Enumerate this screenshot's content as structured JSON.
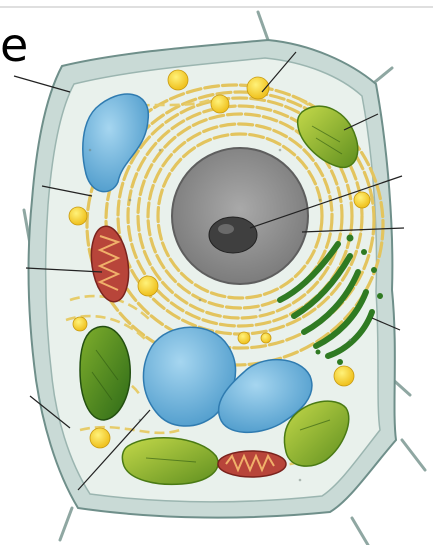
{
  "header": {
    "fragment": "e"
  },
  "colors": {
    "background": "#ffffff",
    "wall_fill": "#c7d8d4",
    "wall_edge": "#6f8f8a",
    "cytoplasm": "#e9f0ec",
    "er_yellow": "#e9cf6a",
    "nucleus": "#8f8f8f",
    "nucleolus": "#3e3e3e",
    "vacuole": "#6fb6de",
    "chloroplast": "#7fa82a",
    "chloroplast_dark": "#2f6b1d",
    "mitochondrion": "#b8433a",
    "golgi": "#2f7a22",
    "granule": "#f4d43a",
    "leader": "#222222"
  },
  "structures": [
    "cell-wall",
    "cytoplasm",
    "endoplasmic-reticulum",
    "nucleus",
    "nucleolus",
    "vacuole",
    "chloroplast",
    "mitochondrion",
    "golgi-apparatus",
    "granules"
  ]
}
